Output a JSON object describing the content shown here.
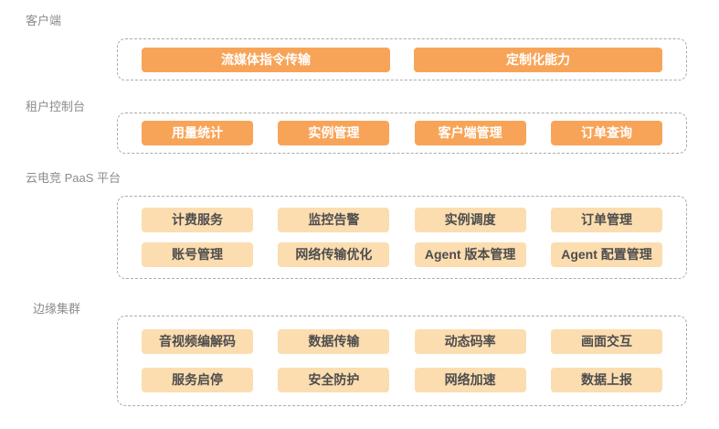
{
  "colors": {
    "bg": "#ffffff",
    "label_text": "#8c8c8c",
    "border": "#ababab",
    "solid_button": "#f8a458",
    "solid_button_text": "#ffffff",
    "light_button": "#fcddb0",
    "light_button_text": "#4d4d4d"
  },
  "sections": [
    {
      "label": "客户端",
      "button_style": "solid",
      "rows": [
        [
          "流媒体指令传输",
          "定制化能力"
        ]
      ]
    },
    {
      "label": "租户控制台",
      "button_style": "solid",
      "rows": [
        [
          "用量统计",
          "实例管理",
          "客户端管理",
          "订单查询"
        ]
      ]
    },
    {
      "label": "云电竞 PaaS 平台",
      "button_style": "light",
      "rows": [
        [
          "计费服务",
          "监控告警",
          "实例调度",
          "订单管理"
        ],
        [
          "账号管理",
          "网络传输优化",
          "Agent 版本管理",
          "Agent 配置管理"
        ]
      ]
    },
    {
      "label": "边缘集群",
      "button_style": "light",
      "rows": [
        [
          "音视频编解码",
          "数据传输",
          "动态码率",
          "画面交互"
        ],
        [
          "服务启停",
          "安全防护",
          "网络加速",
          "数据上报"
        ]
      ]
    }
  ]
}
